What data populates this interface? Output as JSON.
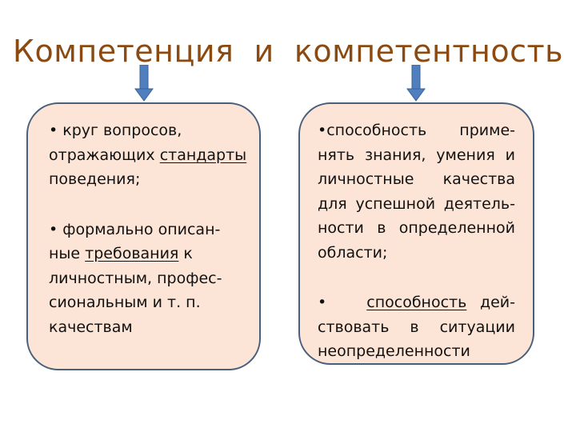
{
  "title": "Компетенция  и  компетентность",
  "left_box": {
    "item1": {
      "bullet": "•",
      "text_before": " круг вопросов, отражающих ",
      "underlined": "стандарты",
      "text_after": " поведения;"
    },
    "item2": {
      "bullet": "•",
      "text_before": " формально описан-ные ",
      "underlined": "требования",
      "text_after": " к личностным, профес-сиональным и т. п. качествам"
    }
  },
  "right_box": {
    "item1": {
      "bullet": "•",
      "text": "способность приме-нять знания, умения и личностные качества для успешной деятель-ности в определенной области;"
    },
    "item2": {
      "bullet": "•",
      "underlined": "способность",
      "text_after": " дей-ствовать в ситуации неопределенности"
    }
  },
  "colors": {
    "title": "#8a4a12",
    "box_fill": "#fce5d6",
    "box_border": "#4a5f7a",
    "arrow": "#4f7fbf"
  }
}
